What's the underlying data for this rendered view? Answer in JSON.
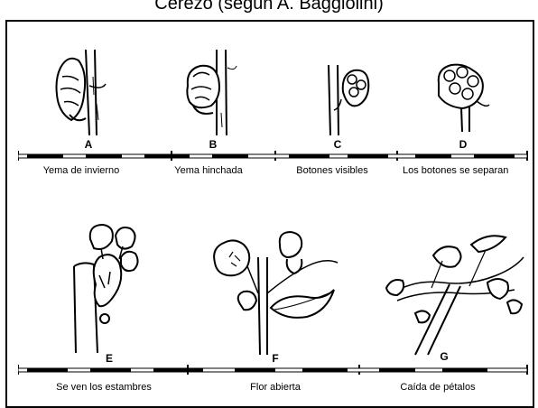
{
  "title": "Cerezo (según A. Baggiolini)",
  "stages": [
    {
      "letter": "A",
      "label": "Yema de invierno",
      "icon": "winter-bud-sketch"
    },
    {
      "letter": "B",
      "label": "Yema hinchada",
      "icon": "swollen-bud-sketch"
    },
    {
      "letter": "C",
      "label": "Botones visibles",
      "icon": "visible-buds-sketch"
    },
    {
      "letter": "D",
      "label": "Los botones se separan",
      "icon": "buds-separating-sketch"
    },
    {
      "letter": "E",
      "label": "Se ven los estambres",
      "icon": "stamens-visible-sketch"
    },
    {
      "letter": "F",
      "label": "Flor abierta",
      "icon": "open-flower-sketch"
    },
    {
      "letter": "G",
      "label": "Caída de pétalos",
      "icon": "petal-fall-sketch"
    }
  ],
  "colors": {
    "ink": "#000000",
    "paper": "#ffffff"
  }
}
